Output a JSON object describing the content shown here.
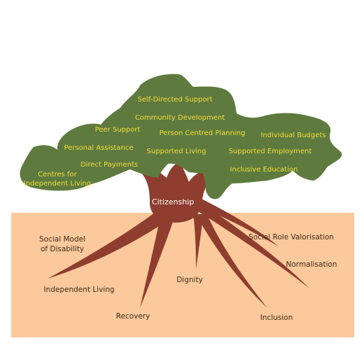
{
  "colors": {
    "ground": "#fbc99c",
    "canopy": "#5f7a3e",
    "trunk": "#8e3d2e",
    "canopy_text": "#f0df3a",
    "root_text": "#3d2a1a",
    "trunk_text": "#ffffff"
  },
  "trunk_label": "Citizenship",
  "canopy": {
    "self_directed_support": "Self-Directed Support",
    "community_development": "Community Development",
    "peer_support": "Peer Support",
    "person_centred_planning": "Person Centred Planning",
    "individual_budgets": "Individual Budgets",
    "personal_assistance": "Personal Assistance",
    "supported_living": "Supported Living",
    "supported_employment": "Supported Employment",
    "direct_payments": "Direct Payments",
    "inclusive_education": "Inclusive Education",
    "cil_line1": "Centres for",
    "cil_line2": "Independent Living"
  },
  "roots": {
    "social_model_line1": "Social Model",
    "social_model_line2": "of Disability",
    "independent_living": "Independent Living",
    "recovery": "Recovery",
    "dignity": "Dignity",
    "inclusion": "Inclusion",
    "social_role_valorisation": "Social Role Valorisation",
    "normalisation": "Normalisation"
  }
}
